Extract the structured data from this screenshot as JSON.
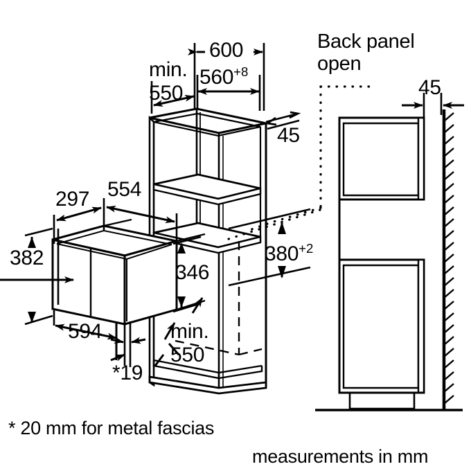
{
  "drawing": {
    "title_note": "Back panel open",
    "footer_note": "* 20 mm for metal fascias",
    "units_note": "measurements in mm",
    "line_color": "#000000",
    "background_color": "#ffffff"
  },
  "dimensions": {
    "niche_depth_min_label": "min.",
    "niche_depth_min_value": "550",
    "cabinet_outer_width": "600",
    "niche_width": "560",
    "niche_width_tolerance": "+8",
    "gap_top_right": "45",
    "appliance_top_offset": "297",
    "appliance_depth": "554",
    "appliance_height": "382",
    "appliance_depth_side": "346",
    "niche_height": "380",
    "niche_height_tolerance": "+2",
    "appliance_width": "594",
    "fascia_thickness_marker": "*",
    "fascia_thickness": "19",
    "base_depth_min_label": "min.",
    "base_depth_min_value": "550",
    "wall_gap": "45"
  }
}
